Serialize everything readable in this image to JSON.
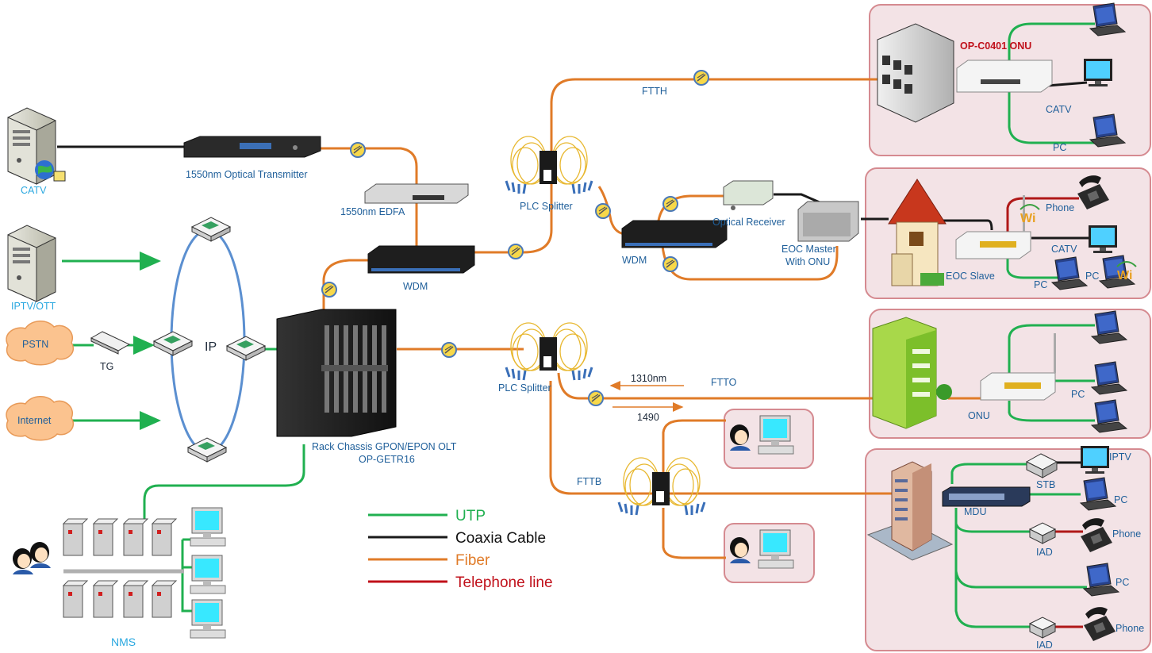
{
  "colors": {
    "utp": "#20b050",
    "coax": "#1a1a1a",
    "fiber": "#e07b28",
    "telephone": "#b01818",
    "panel_fill": "#f3e3e6",
    "panel_stroke": "#d58a90",
    "label": "#1f5f9a",
    "ip_ring": "#5b8fd0"
  },
  "sources": {
    "catv": "CATV",
    "iptv": "IPTV/OTT",
    "pstn": "PSTN",
    "internet": "Internet",
    "tg": "TG",
    "ip": "IP"
  },
  "head_end": {
    "transmitter": "1550nm Optical Transmitter",
    "edfa": "1550nm EDFA",
    "wdm": "WDM",
    "olt_line1": "Rack Chassis GPON/EPON OLT",
    "olt_line2": "OP-GETR16",
    "nms": "NMS"
  },
  "distribution": {
    "splitter_top": "PLC Splitter",
    "splitter_mid": "PLC Splitter",
    "wdm2": "WDM",
    "optical_receiver": "Optical Receiver",
    "eoc_master_line1": "EOC Master",
    "eoc_master_line2": "With ONU",
    "ftth": "FTTH",
    "ftto": "FTTO",
    "fttb": "FTTB",
    "wl_1310": "1310nm",
    "wl_1490": "1490"
  },
  "panels": {
    "ftth": {
      "onu": "OP-C0401 ONU",
      "catv": "CATV",
      "pc": "PC"
    },
    "eoc": {
      "slave": "EOC Slave",
      "phone": "Phone",
      "catv": "CATV",
      "pc1": "PC",
      "pc2": "PC",
      "wifi": "Wi"
    },
    "ftto": {
      "onu": "ONU",
      "pc": "PC"
    },
    "fttb": {
      "iptv": "IPTV",
      "stb": "STB",
      "mdu": "MDU",
      "pc1": "PC",
      "iad1": "IAD",
      "phone1": "Phone",
      "pc2": "PC",
      "iad2": "IAD",
      "phone2": "Phone"
    }
  },
  "legend": [
    {
      "label": "UTP",
      "color": "#20b050"
    },
    {
      "label": "Coaxia Cable",
      "color": "#1a1a1a"
    },
    {
      "label": "Fiber",
      "color": "#e07b28"
    },
    {
      "label": "Telephone line",
      "color": "#c0101a"
    }
  ],
  "icons": [
    "server-icon",
    "globe-icon",
    "cloud-icon",
    "router-icon",
    "rack-icon",
    "splitter-icon",
    "laptop-icon",
    "monitor-icon",
    "phone-icon",
    "building-icon",
    "house-icon",
    "user-icon",
    "wifi-icon",
    "connector-icon"
  ]
}
